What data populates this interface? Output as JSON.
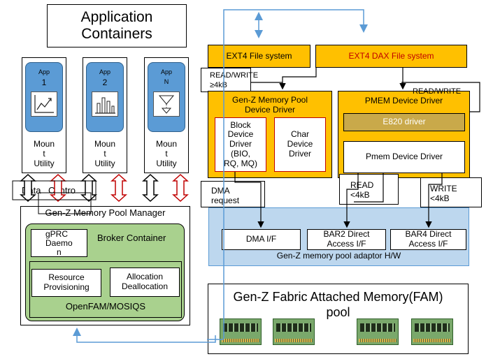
{
  "app_containers": "Application Containers",
  "apps": [
    {
      "label": "App",
      "num": "1",
      "icon": "line-chart-icon"
    },
    {
      "label": "App",
      "num": "2",
      "icon": "bar-chart-icon"
    },
    {
      "label": "App",
      "num": "N",
      "icon": "flow-diagram-icon"
    }
  ],
  "mount_utility": {
    "l1": "Moun",
    "l2": "t",
    "l3": "Utility"
  },
  "data_label": "Data",
  "control_label": "Contro",
  "pool_manager": "Gen-Z Memory Pool Manager",
  "broker": "Broker Container",
  "grpc": {
    "l1": "gPRC",
    "l2": "Daemo",
    "l3": "n"
  },
  "resource": {
    "l1": "Resource",
    "l2": "Provisioning"
  },
  "allocation": {
    "l1": "Allocation",
    "l2": "Deallocation"
  },
  "openfam": "OpenFAM/MOSIQS",
  "ext4": "EXT4 File system",
  "ext4dax": "EXT4 DAX File system",
  "read_write_ge": {
    "l1": "READ/WRITE",
    "l2": "≥4kB"
  },
  "read_write_cut": "READ/WRITE",
  "pool_driver": {
    "l1": "Gen-Z Memory Pool",
    "l2": "Device Driver"
  },
  "block_driver": {
    "l1": "Block",
    "l2": "Device",
    "l3": "Driver",
    "l4": "(BIO,",
    "l5": "RQ, MQ)"
  },
  "char_driver": {
    "l1": "Char",
    "l2": "Device",
    "l3": "Driver"
  },
  "pmem_driver": "PMEM Device Driver",
  "e820": "E820 driver",
  "pmem_inner": "Pmem Device Driver",
  "dma_request": {
    "l1": "DMA",
    "l2": "request"
  },
  "read_lt": {
    "l1": "READ",
    "l2": "<4kB"
  },
  "write_lt": {
    "l1": "WRITE",
    "l2": "<4kB"
  },
  "dma_if": "DMA I/F",
  "bar2": {
    "l1": "BAR2 Direct",
    "l2": "Access I/F"
  },
  "bar4": {
    "l1": "BAR4 Direct",
    "l2": "Access I/F"
  },
  "adaptor": "Gen-Z memory pool adaptor H/W",
  "fam": {
    "l1": "Gen-Z Fabric Attached Memory(FAM)",
    "l2": "pool"
  },
  "colors": {
    "orange": "#ffc000",
    "green": "#a9d18e",
    "blue": "#bdd7ee",
    "app_blue": "#5b9bd5",
    "line_blue": "#5b9bd5",
    "red": "#c00000",
    "e820": "#c9a94a"
  }
}
